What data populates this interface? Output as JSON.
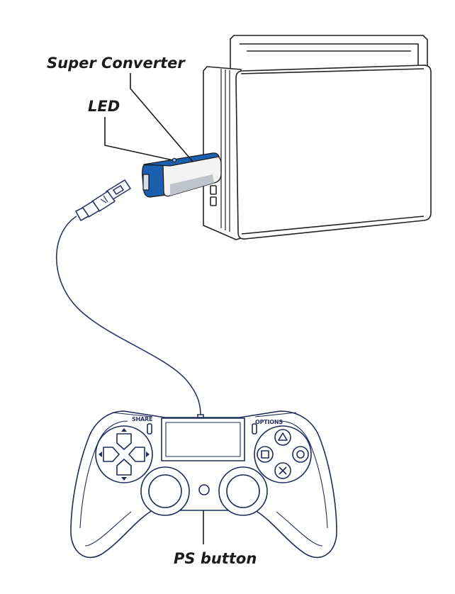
{
  "labels": {
    "super_converter": "Super Converter",
    "led": "LED",
    "ps_button": "PS button",
    "share": "SHARE",
    "options": "OPTIONS"
  },
  "colors": {
    "outline": "#1f2a5c",
    "dock_line": "#222222",
    "cable": "#2a3466",
    "converter_blue": "#1b5fb0",
    "converter_body": "#f3f3f3",
    "leader_line": "#1b1b1b"
  }
}
